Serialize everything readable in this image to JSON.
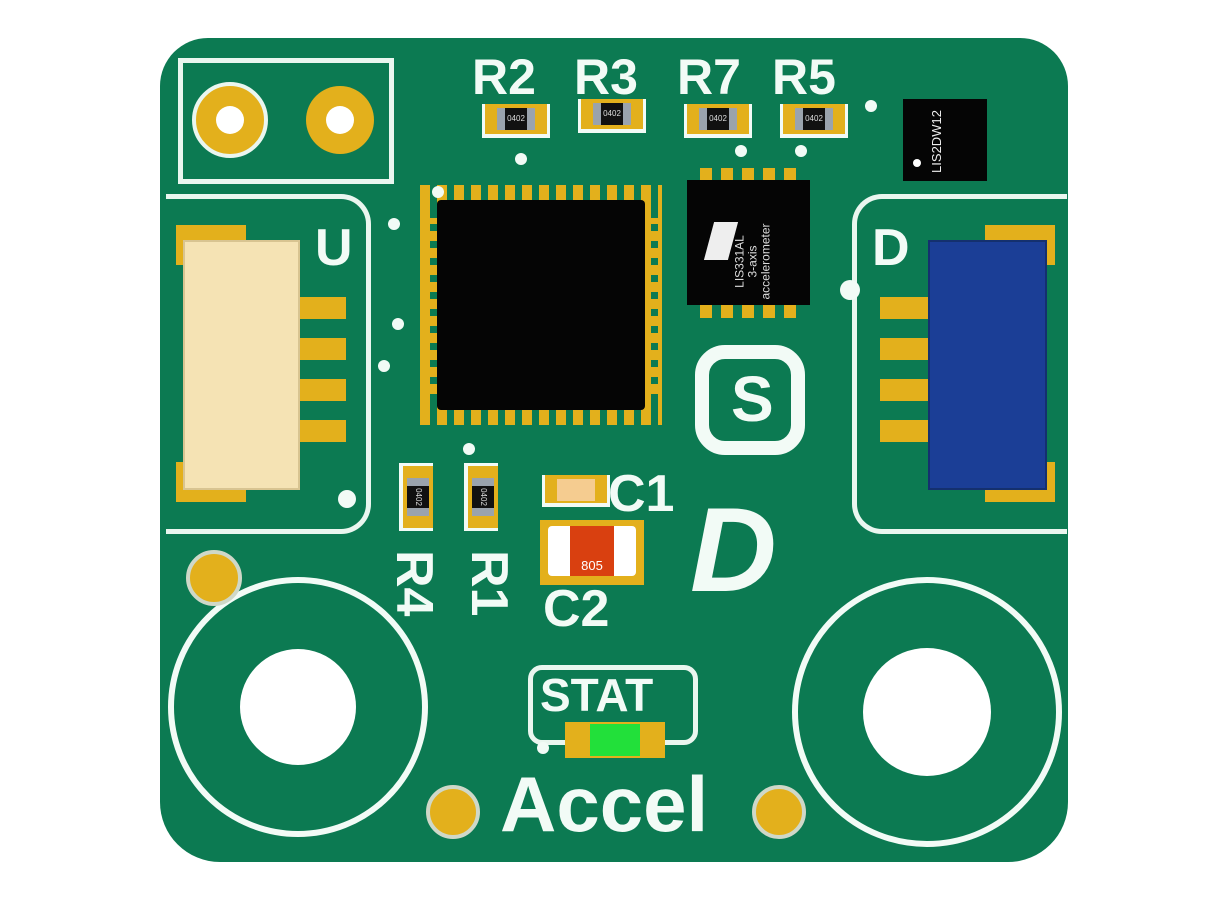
{
  "board": {
    "color": "#0c7a52",
    "silk_color": "#f2fbf6",
    "pad_color": "#e3b01c"
  },
  "labels": {
    "r2": "R2",
    "r3": "R3",
    "r7": "R7",
    "r5": "R5",
    "r4": "R4",
    "r1": "R1",
    "c1": "C1",
    "c2": "C2",
    "u": "U",
    "d": "D",
    "stat": "STAT",
    "title": "Accel"
  },
  "parts": {
    "res_code": "0402",
    "cap_code": "805",
    "imu1_name": "LIS331AL",
    "imu1_desc1": "3-axis",
    "imu1_desc2": "accelerometer",
    "imu2_name": "LIS2DW12",
    "led_color": "#22e03a"
  },
  "connectors": {
    "left_color": "#f5e3b4",
    "right_color": "#1b3e96"
  }
}
